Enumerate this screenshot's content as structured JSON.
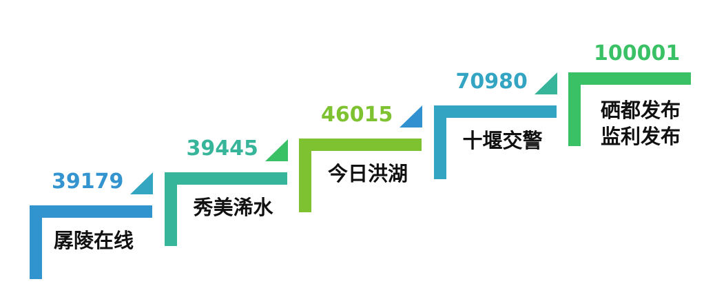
{
  "chart_data": {
    "type": "bar",
    "title": "",
    "categories": [
      "孱陵在线",
      "秀美浠水",
      "今日洪湖",
      "十堰交警",
      "硒都发布 监利发布"
    ],
    "values": [
      39179,
      39445,
      46015,
      70980,
      100001
    ],
    "steps": [
      {
        "value_text": "39179",
        "label_lines": [
          "孱陵在线"
        ],
        "bar_color": "#3194cf",
        "number_color": "#3494cf",
        "triangle_color": "#35a6c2"
      },
      {
        "value_text": "39445",
        "label_lines": [
          "秀美浠水"
        ],
        "bar_color": "#37b59b",
        "number_color": "#37b59b",
        "triangle_color": "#3ac165"
      },
      {
        "value_text": "46015",
        "label_lines": [
          "今日洪湖"
        ],
        "bar_color": "#7fc231",
        "number_color": "#7fc231",
        "triangle_color": "#3190cf"
      },
      {
        "value_text": "70980",
        "label_lines": [
          "十堰交警"
        ],
        "bar_color": "#33a5c3",
        "number_color": "#33a5c3",
        "triangle_color": "#37b59b"
      },
      {
        "value_text": "100001",
        "label_lines": [
          "硒都发布",
          "监利发布"
        ],
        "bar_color": "#3ac165",
        "number_color": "#3ac165",
        "triangle_color": null
      }
    ]
  }
}
